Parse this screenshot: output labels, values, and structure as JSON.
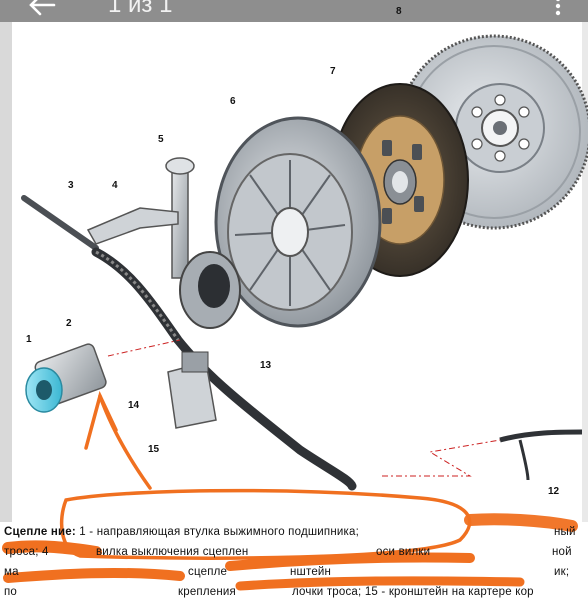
{
  "viewer": {
    "counter": "1 из 1",
    "back_icon": "arrow-left-icon",
    "more_icon": "more-vertical-icon"
  },
  "figure": {
    "callouts": [
      "1",
      "2",
      "3",
      "4",
      "5",
      "6",
      "7",
      "8",
      "12",
      "13",
      "14",
      "15"
    ],
    "annotation_color": "#f07020"
  },
  "caption": {
    "bold": "Сцепле ние:",
    "line1": " 1 - направляющая втулка выжимного подшипника;",
    "line1_tail": "ный",
    "line2a": "троса; 4",
    "line2b": "вилка выключения сцеплен",
    "line2c": "оси вилки",
    "line2d": "ной",
    "line3a": "ма",
    "line3b": "сцепле",
    "line3c": "нштейн",
    "line3d": "ик;",
    "line4a": "по",
    "line4b": "крепления",
    "line4c": "лочки троса; 15 - кронштейн на картере кор"
  }
}
